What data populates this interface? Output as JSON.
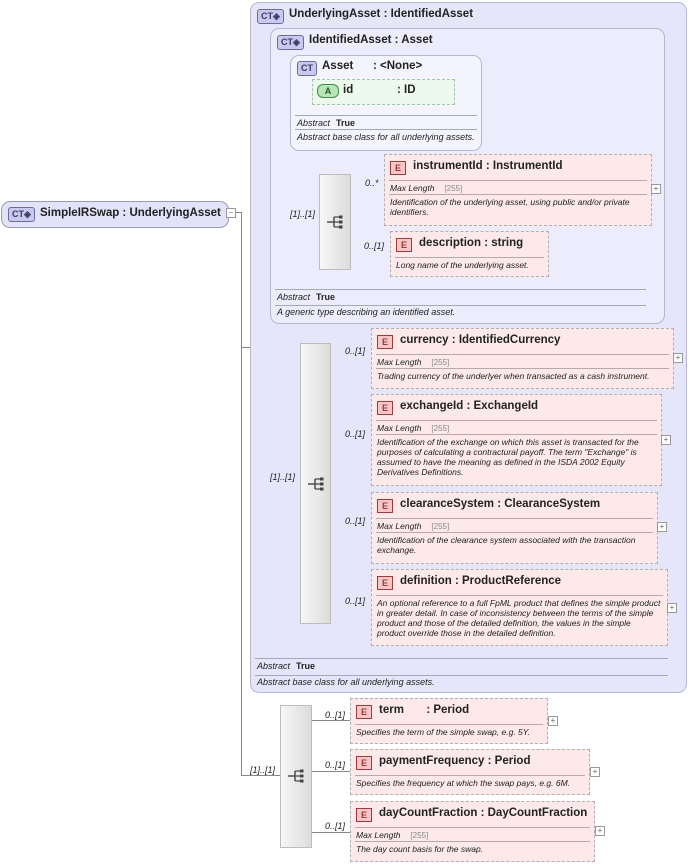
{
  "root": {
    "badge": "CT",
    "title": "SimpleIRSwap : UnderlyingAsset"
  },
  "underlying_asset": {
    "badge": "CT",
    "title": "UnderlyingAsset : IdentifiedAsset",
    "abstract_label": "Abstract",
    "abstract_value": "True",
    "doc": "Abstract base class for all underlying assets."
  },
  "identified_asset": {
    "badge": "CT",
    "title": "IdentifiedAsset : Asset",
    "abstract_label": "Abstract",
    "abstract_value": "True",
    "doc": "A generic type describing an identified asset."
  },
  "asset": {
    "badge": "CT",
    "title": "Asset",
    "type": ": <None>",
    "abstract_label": "Abstract",
    "abstract_value": "True",
    "doc": "Abstract base class for all underlying assets.",
    "attribute": {
      "badge": "A",
      "name": "id",
      "type": ": ID"
    }
  },
  "sequences": {
    "identified": {
      "card": "[1]..[1]"
    },
    "underlying": {
      "card": "[1]..[1]"
    },
    "root": {
      "card": "[1]..[1]"
    }
  },
  "elements": [
    {
      "key": "instrumentId",
      "badge": "E",
      "name": "instrumentId",
      "type": ": InstrumentId",
      "card": "0..*",
      "meta_label": "Max Length",
      "meta_value": "[255]",
      "doc": "Identification of the underlying asset, using public and/or private identifiers."
    },
    {
      "key": "description",
      "badge": "E",
      "name": "description",
      "type": ": string",
      "card": "0..[1]",
      "doc": "Long name of the underlying asset."
    },
    {
      "key": "currency",
      "badge": "E",
      "name": "currency",
      "type": ": IdentifiedCurrency",
      "card": "0..[1]",
      "meta_label": "Max Length",
      "meta_value": "[255]",
      "doc": "Trading currency of the underlyer when transacted as a cash instrument."
    },
    {
      "key": "exchangeId",
      "badge": "E",
      "name": "exchangeId",
      "type": ": ExchangeId",
      "card": "0..[1]",
      "meta_label": "Max Length",
      "meta_value": "[255]",
      "doc": "Identification of the exchange on which this asset is transacted for the purposes of calculating a contractural payoff. The term \"Exchange\" is assumed to have the meaning as defined in the ISDA 2002 Equity Derivatives Definitions."
    },
    {
      "key": "clearanceSystem",
      "badge": "E",
      "name": "clearanceSystem",
      "type": ": ClearanceSystem",
      "card": "0..[1]",
      "meta_label": "Max Length",
      "meta_value": "[255]",
      "doc": "Identification of the clearance system associated with the transaction exchange."
    },
    {
      "key": "definition",
      "badge": "E",
      "name": "definition",
      "type": ": ProductReference",
      "card": "0..[1]",
      "doc": "An optional reference to a full FpML product that defines the simple product in greater detail. In case of inconsistency between the terms of the simple product and those of the detailed definition, the values in the simple product override those in the detailed definition."
    },
    {
      "key": "term",
      "badge": "E",
      "name": "term",
      "type": ": Period",
      "card": "0..[1]",
      "doc": "Specifies the term of the simple swap, e.g. 5Y."
    },
    {
      "key": "paymentFrequency",
      "badge": "E",
      "name": "paymentFrequency",
      "type": ": Period",
      "card": "0..[1]",
      "doc": "Specifies the frequency at which the swap pays, e.g. 6M."
    },
    {
      "key": "dayCountFraction",
      "badge": "E",
      "name": "dayCountFraction",
      "type": ": DayCountFraction",
      "card": "0..[1]",
      "meta_label": "Max Length",
      "meta_value": "[255]",
      "doc": "The day count basis for the swap."
    }
  ],
  "icons": {
    "ct_badge": "complex-type-icon",
    "sequence": "sequence-compositor-icon",
    "expand": "expand-plus-icon"
  },
  "colors": {
    "complex_type_bg": "#e6e6fb",
    "element_bg": "#fde9e9",
    "attribute_bg": "#edf9ed"
  }
}
